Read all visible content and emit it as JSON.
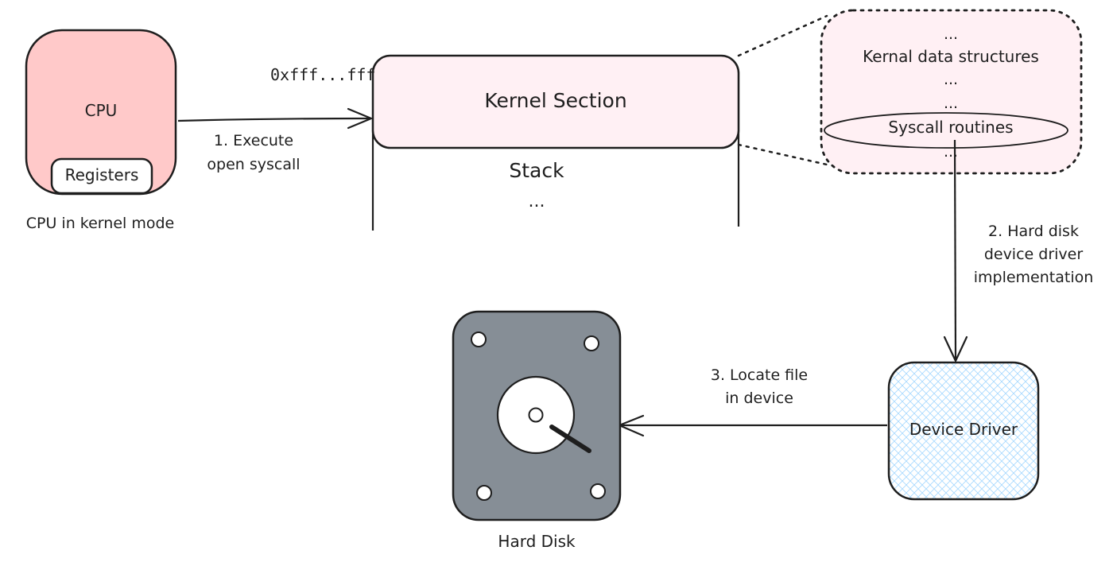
{
  "cpu": {
    "title": "CPU",
    "registers": "Registers",
    "caption": "CPU in kernel mode"
  },
  "memory": {
    "address": "0xfff...fff",
    "kernel_section": "Kernel Section",
    "stack": "Stack",
    "ellipsis": "..."
  },
  "kernel_detail": {
    "lines": [
      "...",
      "Kernal data structures",
      "...",
      "...",
      "..."
    ],
    "syscall_routines": "Syscall routines"
  },
  "steps": {
    "step1_line1": "1. Execute",
    "step1_line2": "open syscall",
    "step2_line1": "2. Hard disk",
    "step2_line2": "device driver",
    "step2_line3": "implementation",
    "step3_line1": "3. Locate file",
    "step3_line2": "in device"
  },
  "device_driver": {
    "label": "Device Driver"
  },
  "hard_disk": {
    "label": "Hard Disk"
  },
  "colors": {
    "cpu_fill": "#ffc9c9",
    "kernel_fill": "#fff0f4",
    "detail_fill": "#fff0f4",
    "driver_hatch": "#a5d8ff",
    "disk_fill": "#868e96",
    "stroke": "#1e1e1e"
  }
}
